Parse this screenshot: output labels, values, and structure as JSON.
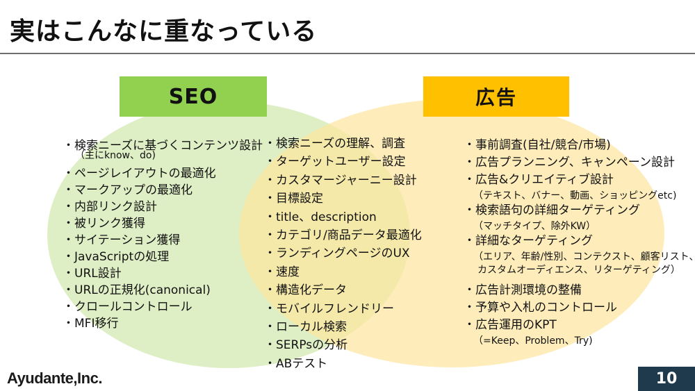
{
  "title": "実はこんなに重なっている",
  "colors": {
    "seo_label_bg": "#92d050",
    "ad_label_bg": "#ffc000",
    "seo_circle": "#d8ecb8",
    "ad_circle": "#fde6a0",
    "page_badge": "#1f3a4d"
  },
  "seo": {
    "label": "SEO",
    "items": [
      {
        "text": "・検索ニーズに基づくコンテンツ設計",
        "sub": "（主にknow、do)"
      },
      {
        "text": "・ページレイアウトの最適化"
      },
      {
        "text": "・マークアップの最適化"
      },
      {
        "text": "・内部リンク設計"
      },
      {
        "text": "・被リンク獲得"
      },
      {
        "text": "・サイテーション獲得"
      },
      {
        "text": "・JavaScriptの処理"
      },
      {
        "text": "・URL設計"
      },
      {
        "text": "・URLの正規化(canonical)"
      },
      {
        "text": "・クロールコントロール"
      },
      {
        "text": "・MFI移行"
      }
    ]
  },
  "common": {
    "items": [
      "・検索ニーズの理解、調査",
      "・ターゲットユーザー設定",
      "・カスタマージャーニー設計",
      "・目標設定",
      "・title、description",
      "・カテゴリ/商品データ最適化",
      "・ランディングページのUX",
      "・速度",
      "・構造化データ",
      "・モバイルフレンドリー",
      "・ローカル検索",
      "・SERPsの分析",
      "・ABテスト"
    ]
  },
  "ad": {
    "label": "広告",
    "items": [
      {
        "text": "・事前調査(自社/競合/市場)"
      },
      {
        "text": "・広告プランニング、キャンペーン設計"
      },
      {
        "text": "・広告&クリエイティブ設計",
        "sub": [
          "（テキスト、バナー、動画、ショッピングetc)"
        ]
      },
      {
        "text": "・検索語句の詳細ターゲティング",
        "sub": [
          "（マッチタイプ、除外KW）"
        ]
      },
      {
        "text": "・詳細なターゲティング",
        "sub": [
          "（エリア、年齢/性別、コンテクスト、顧客リスト、",
          "カスタムオーディエンス、リターゲティング）"
        ]
      },
      {
        "text": "・広告計測環境の整備"
      },
      {
        "text": "・予算や入札のコントロール"
      },
      {
        "text": "・広告運用のKPT",
        "sub": [
          "（=Keep、Problem、Try)"
        ]
      }
    ]
  },
  "footer": {
    "logo": "Ayudante,Inc.",
    "page_number": "10"
  }
}
